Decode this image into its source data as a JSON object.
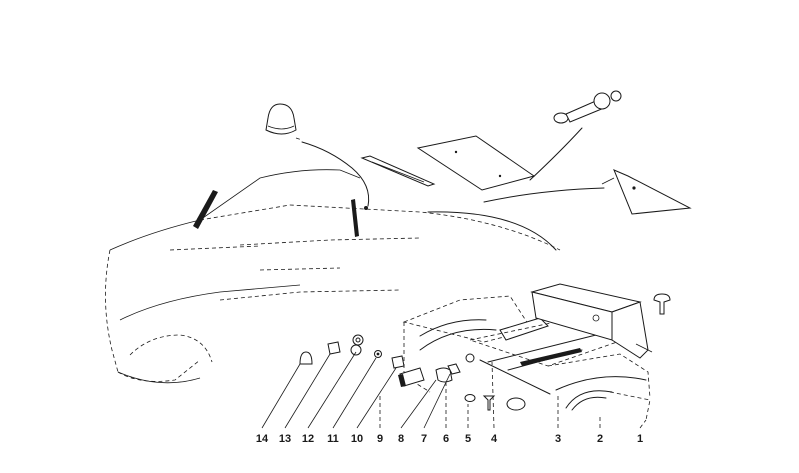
{
  "callouts": [
    {
      "id": "c14",
      "text": "14"
    },
    {
      "id": "c13",
      "text": "13"
    },
    {
      "id": "c12",
      "text": "12"
    },
    {
      "id": "c11",
      "text": "11"
    },
    {
      "id": "c10",
      "text": "10"
    },
    {
      "id": "c9",
      "text": "9"
    },
    {
      "id": "c8",
      "text": "8"
    },
    {
      "id": "c7",
      "text": "7"
    },
    {
      "id": "c6",
      "text": "6"
    },
    {
      "id": "c5",
      "text": "5"
    },
    {
      "id": "c4",
      "text": "4"
    },
    {
      "id": "c3",
      "text": "3"
    },
    {
      "id": "c2",
      "text": "2"
    },
    {
      "id": "c1",
      "text": "1"
    }
  ]
}
